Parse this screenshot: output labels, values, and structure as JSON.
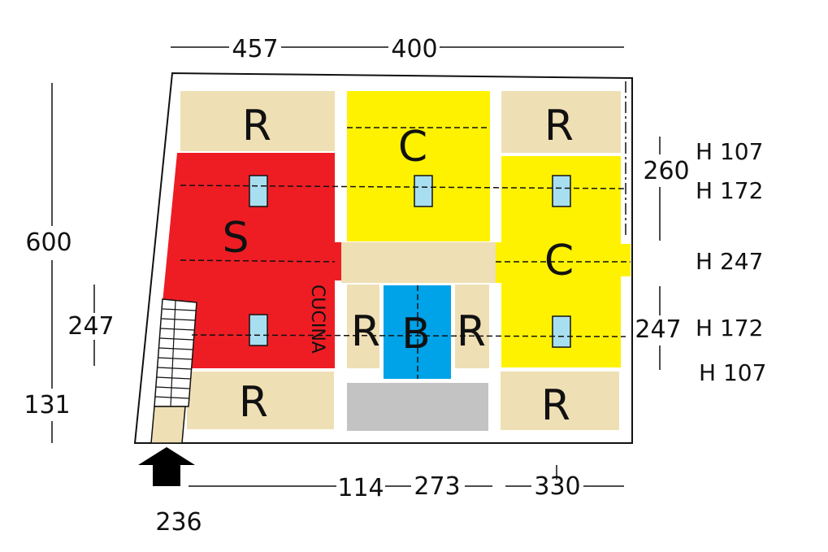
{
  "colors": {
    "room_r": "#efdfb4",
    "room_s": "#ee1d24",
    "room_c": "#fff200",
    "room_b": "#00a2e8",
    "utility": "#c3c3c3",
    "window": "#a8dff0",
    "wall": "#111111"
  },
  "rooms": {
    "r_top_left": "R",
    "s_living": "S",
    "c_top_middle": "C",
    "r_top_right": "R",
    "c_right": "C",
    "r_mid_left": "R",
    "b_bath": "B",
    "r_mid_right": "R",
    "r_bottom_left": "R",
    "r_bottom_right": "R",
    "kitchen": "CUCINA"
  },
  "dimensions": {
    "top_left": "457",
    "top_right": "400",
    "left_total": "600",
    "left_middle": "247",
    "left_bottom": "131",
    "right_upper": "260",
    "right_lower": "247",
    "bottom_1": "114",
    "bottom_2": "273",
    "bottom_3": "330",
    "entrance": "236"
  },
  "heights": [
    "H 107",
    "H 172",
    "H 247",
    "H 172",
    "H 107"
  ],
  "icons": {
    "entrance": "entrance-arrow-icon",
    "stairs": "stairs-icon"
  }
}
